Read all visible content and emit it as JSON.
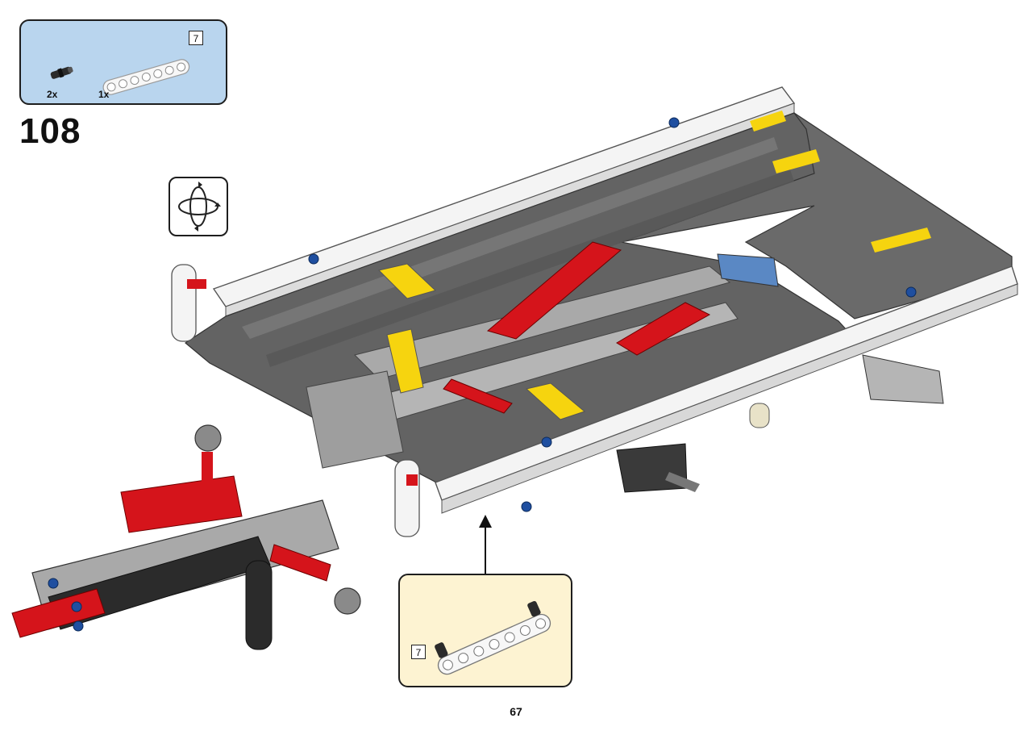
{
  "step": {
    "number": "108"
  },
  "parts_list": {
    "items": [
      {
        "name": "black-friction-pin",
        "quantity": "2x"
      },
      {
        "name": "white-beam-7",
        "quantity": "1x",
        "length": "7"
      }
    ]
  },
  "callout": {
    "part_length": "7"
  },
  "page": {
    "number": "67"
  },
  "colors": {
    "parts_box_bg": "#b9d5ee",
    "callout_bg": "#fdf3d2",
    "beam_white": "#f4f4f4",
    "beam_dark_gray": "#636363",
    "beam_light_gray": "#a9a9a9",
    "accent_red": "#d5141b",
    "accent_yellow": "#f6d40f",
    "pin_blue": "#1f4fa0"
  }
}
